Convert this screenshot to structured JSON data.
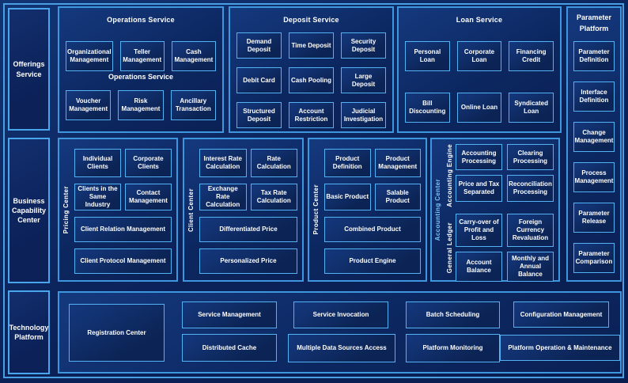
{
  "left_rail": {
    "offerings": "Offerings Service",
    "business_capability": "Business Capability Center",
    "technology": "Technology Platform"
  },
  "operations": {
    "title": "Operations Service",
    "subtitle": "Operations Service",
    "row1": [
      "Organizational Management",
      "Teller Management",
      "Cash Management"
    ],
    "row2": [
      "Voucher Management",
      "Risk Management",
      "Ancillary Transaction"
    ]
  },
  "deposit": {
    "title": "Deposit Service",
    "row1": [
      "Demand Deposit",
      "Time Deposit",
      "Security Deposit"
    ],
    "row2": [
      "Debit Card",
      "Cash Pooling",
      "Large Deposit"
    ],
    "row3": [
      "Structured Deposit",
      "Account Restriction",
      "Judicial Investigation"
    ]
  },
  "loan": {
    "title": "Loan Service",
    "row1": [
      "Personal Loan",
      "Corporate Loan",
      "Financing Credit"
    ],
    "row2": [
      "Bill Discounting",
      "Online Loan",
      "Syndicated Loan"
    ]
  },
  "parameter_platform": {
    "title_line1": "Parameter",
    "title_line2": "Platform",
    "items": [
      "Parameter Definition",
      "Interface Definition",
      "Change Management",
      "Process Management",
      "Parameter Release",
      "Parameter Comparison"
    ]
  },
  "pricing_center": {
    "vlabel": "Pricing Center",
    "grid": [
      "Individual Clients",
      "Corporate Clients",
      "Clients in the Same Industry",
      "Contact Management"
    ],
    "wide": [
      "Client Relation Management",
      "Client Protocol Management"
    ]
  },
  "client_center": {
    "vlabel": "Client Center",
    "grid": [
      "Interest Rate Calculation",
      "Rate Calculation",
      "Exchange Rate Calculation",
      "Tax Rate Calculation"
    ],
    "wide": [
      "Differentiated Price",
      "Personalized Price"
    ]
  },
  "product_center": {
    "vlabel": "Product Center",
    "grid": [
      "Product Definition",
      "Product Management",
      "Basic Product",
      "Salable Product"
    ],
    "wide": [
      "Combined Product",
      "Product Engine"
    ]
  },
  "accounting_center": {
    "vlabel": "Accounting Center",
    "engine": {
      "vlabel": "Accounting Engine",
      "grid": [
        "Accounting Processing",
        "Clearing Processing",
        "Price and Tax Separated",
        "Reconciliation Processing"
      ]
    },
    "ledger": {
      "vlabel": "General Ledger",
      "grid": [
        "Carry-over of Profit and Loss",
        "Foreign Currency Revaluation",
        "Account Balance",
        "Monthly and Annual Balance"
      ]
    }
  },
  "technology_platform": {
    "registration": "Registration Center",
    "top_row": [
      "Service Management",
      "Service Invocation",
      "Batch Scheduling",
      "Configuration Management"
    ],
    "bottom_row": [
      "Distributed Cache",
      "Multiple Data Sources Access",
      "Platform Monitoring",
      "Platform Operation & Maintenance"
    ]
  },
  "colors": {
    "background": "#0b2259",
    "panel_border": "#3d96de",
    "box_border": "#52b2f3",
    "accent_label": "#79c1f2",
    "text": "#ffffff"
  }
}
